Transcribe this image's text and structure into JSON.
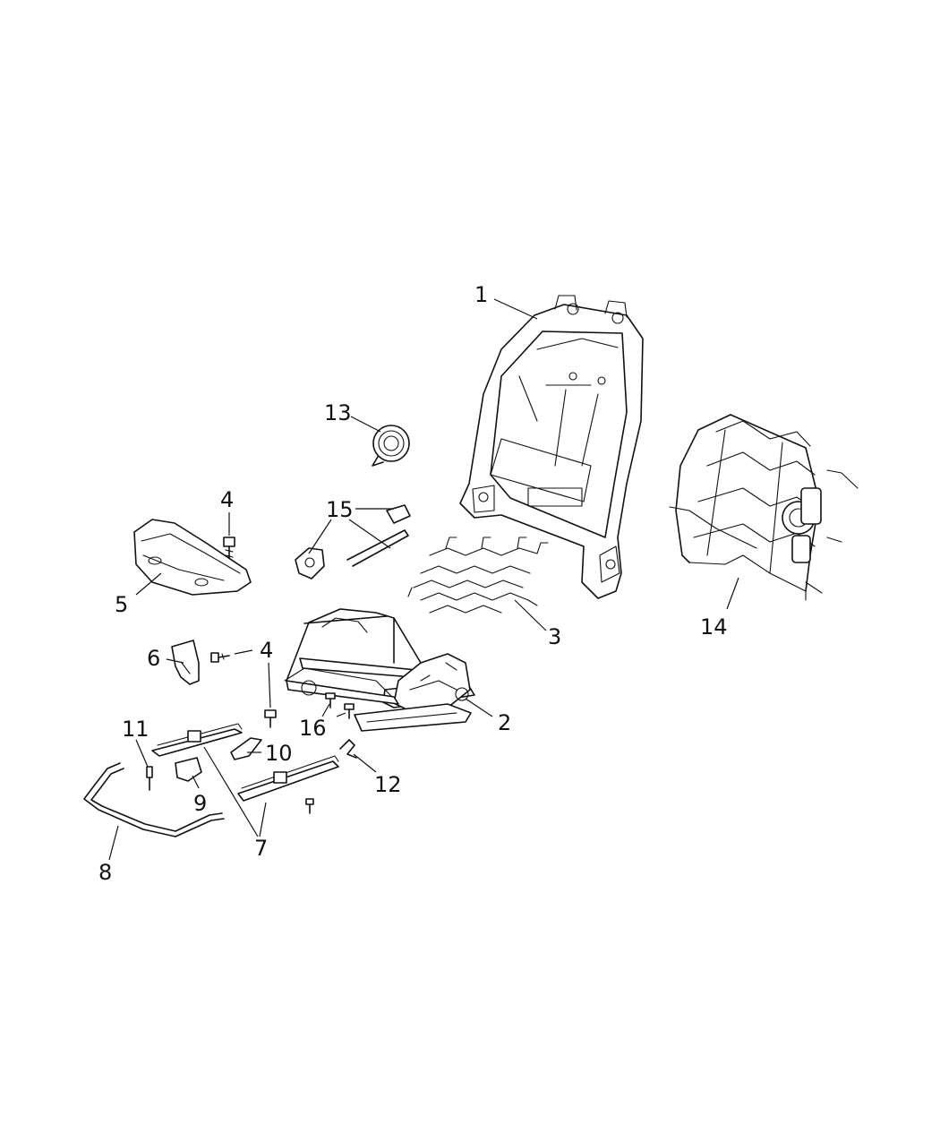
{
  "callouts": {
    "c1": "1",
    "c2": "2",
    "c3": "3",
    "c4a": "4",
    "c4b": "4",
    "c5": "5",
    "c6": "6",
    "c7": "7",
    "c8": "8",
    "c9": "9",
    "c10": "10",
    "c11": "11",
    "c12": "12",
    "c13": "13",
    "c14": "14",
    "c15": "15",
    "c16": "16"
  },
  "colors": {
    "line": "#111111",
    "background": "#ffffff"
  }
}
